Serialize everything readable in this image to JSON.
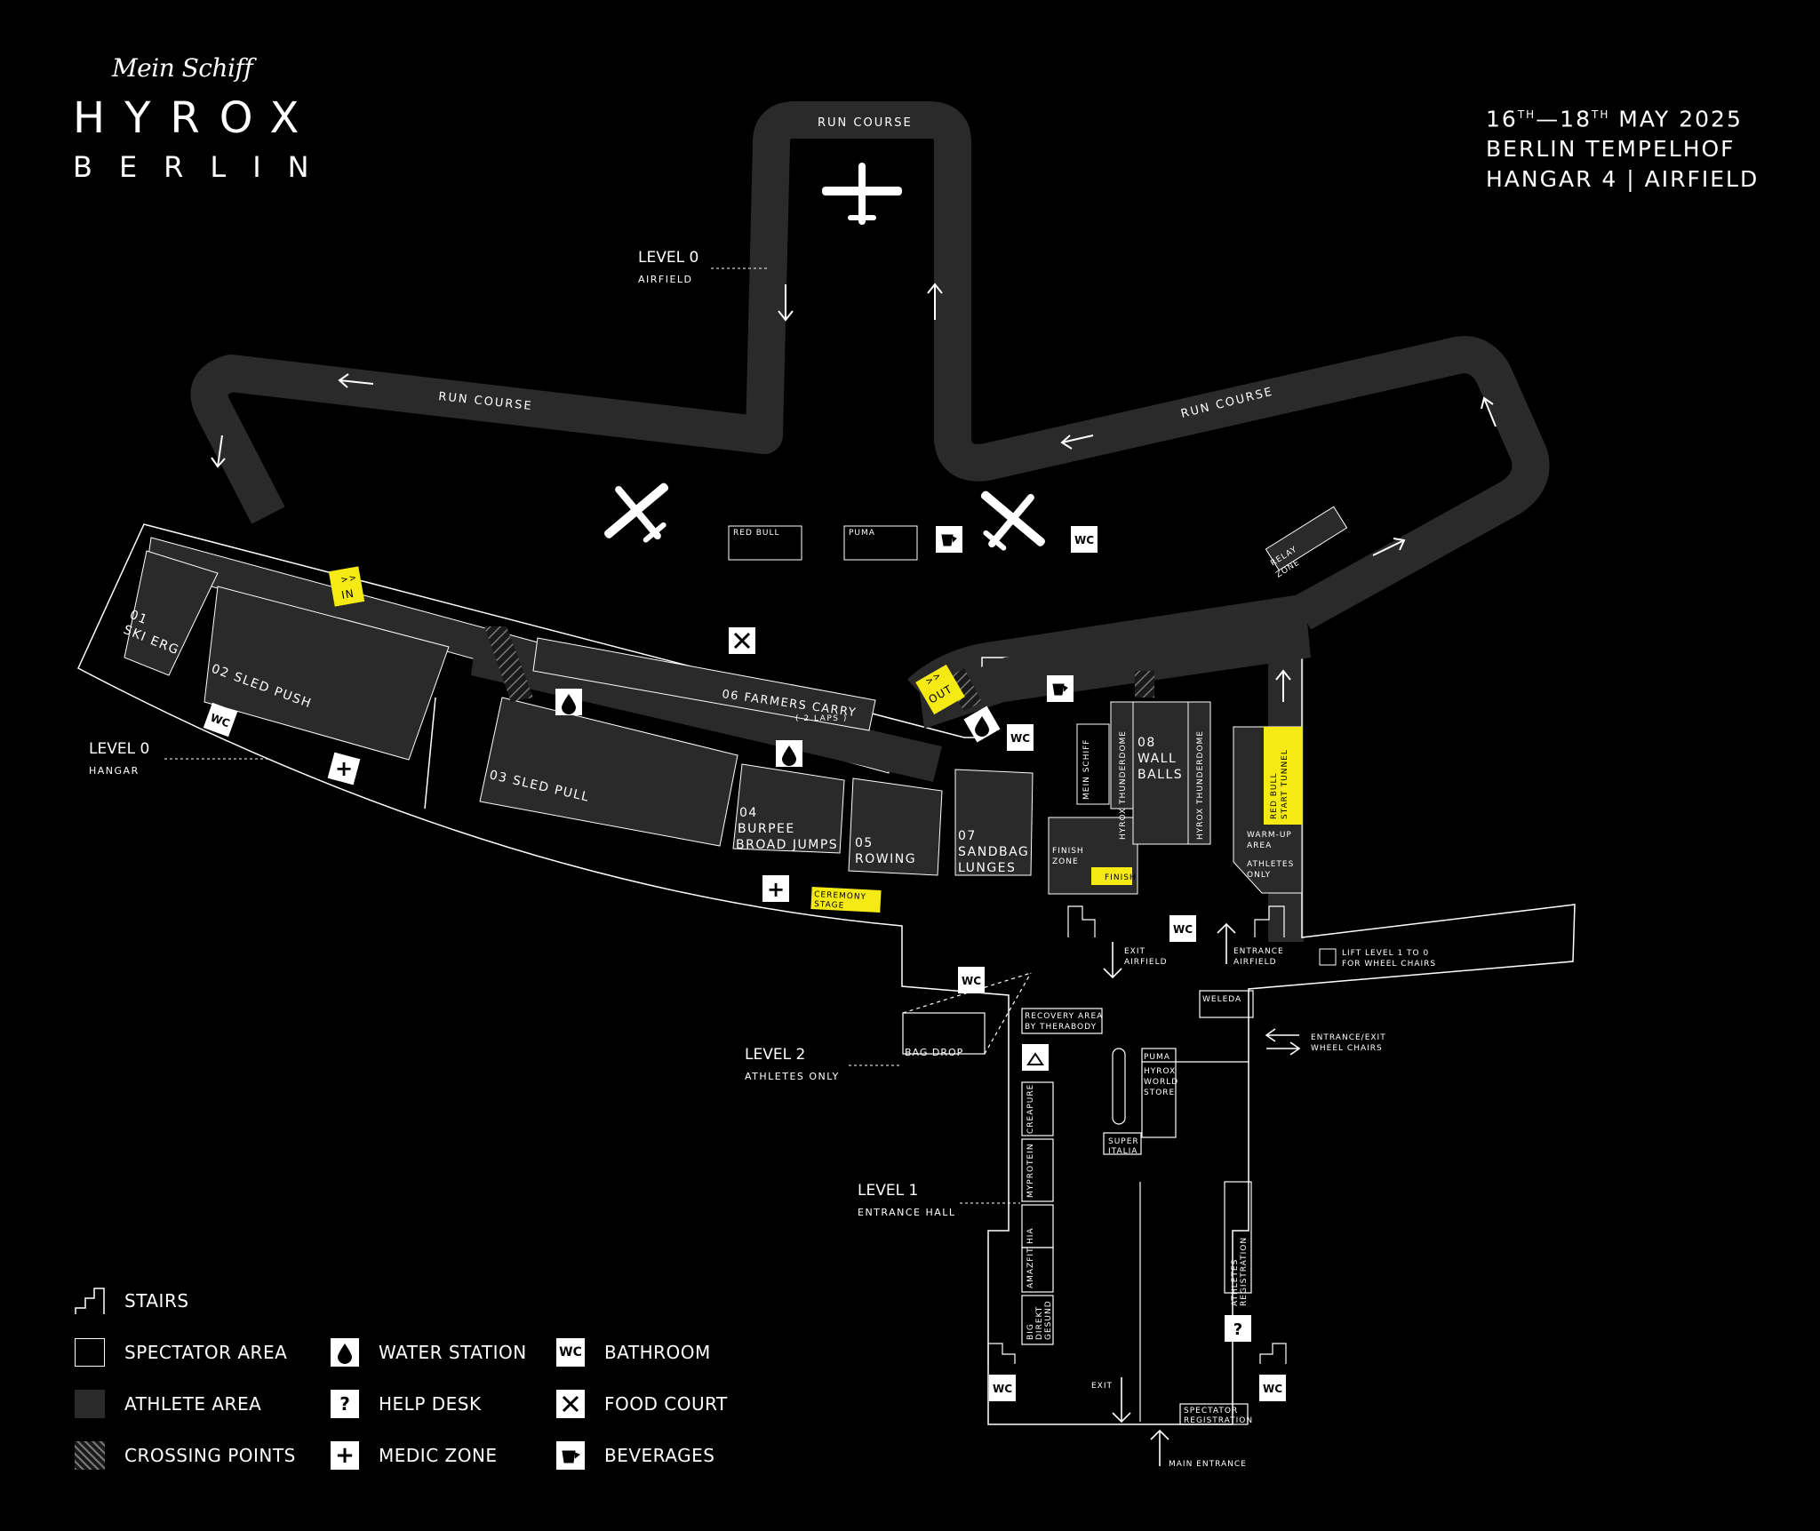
{
  "header": {
    "brand_script": "Mein Schiff",
    "event_name": "HYROX",
    "city": "BERLIN",
    "dates_day_from": "16",
    "dates_sup_from": "TH",
    "dates_dash": "—",
    "dates_day_to": "18",
    "dates_sup_to": "TH",
    "dates_rest": " MAY 2025",
    "venue": "BERLIN TEMPELHOF",
    "location": "HANGAR 4 | AIRFIELD"
  },
  "levels": {
    "airfield_title": "LEVEL 0",
    "airfield_sub": "AIRFIELD",
    "hangar_title": "LEVEL 0",
    "hangar_sub": "HANGAR",
    "athletes_title": "LEVEL 2",
    "athletes_sub": "ATHLETES ONLY",
    "entrance_title": "LEVEL 1",
    "entrance_sub": "ENTRANCE HALL"
  },
  "run_course": {
    "top": "RUN COURSE",
    "left": "RUN COURSE",
    "right": "RUN COURSE"
  },
  "stations": {
    "s01_num": "01",
    "s01_name": "SKI ERG",
    "s02": "02 SLED PUSH",
    "s03": "03 SLED PULL",
    "s04_num": "04",
    "s04_l1": "BURPEE",
    "s04_l2": "BROAD JUMPS",
    "s05_num": "05",
    "s05_name": "ROWING",
    "s06": "06 FARMERS CARRY",
    "s06_note": "( 2 LAPS )",
    "s07_num": "07",
    "s07_l1": "SANDBAG",
    "s07_l2": "LUNGES",
    "s08_num": "08",
    "s08_l1": "WALL",
    "s08_l2": "BALLS"
  },
  "zones": {
    "in_arrows": ">>",
    "in": "IN",
    "out_arrows": ">>",
    "out": "OUT",
    "red_bull": "RED BULL",
    "puma": "PUMA",
    "relay_l1": "RELAY",
    "relay_l2": "ZONE",
    "mein_schiff": "MEIN SCHIFF",
    "thunderdome_left": "HYROX THUNDERDOME",
    "thunderdome_right": "HYROX THUNDERDOME",
    "finish_zone_l1": "FINISH",
    "finish_zone_l2": "ZONE",
    "finish": "FINISH",
    "tunnel_l1": "RED BULL",
    "tunnel_l2": "START TUNNEL",
    "warmup_l1": "WARM-UP",
    "warmup_l2": "AREA",
    "athletes_only_l1": "ATHLETES",
    "athletes_only_l2": "ONLY",
    "ceremony_l1": "CEREMONY",
    "ceremony_l2": "STAGE",
    "exit_airfield_l1": "EXIT",
    "exit_airfield_l2": "AIRFIELD",
    "entrance_airfield_l1": "ENTRANCE",
    "entrance_airfield_l2": "AIRFIELD",
    "lift_l1": "LIFT LEVEL 1 TO 0",
    "lift_l2": "FOR WHEEL CHAIRS",
    "weleda": "WELEDA",
    "entrance_exit_l1": "ENTRANCE/EXIT",
    "entrance_exit_l2": "WHEEL CHAIRS",
    "recovery_l1": "RECOVERY AREA",
    "recovery_l2": "BY THERABODY",
    "bag_drop": "BAG DROP",
    "puma_store_brand": "PUMA",
    "puma_store_l1": "HYROX",
    "puma_store_l2": "WORLD",
    "puma_store_l3": "STORE",
    "super_l1": "SUPER",
    "super_l2": "ITALIA",
    "creapure": "CREAPURE",
    "myprotein": "MYPROTEIN",
    "hia": "HIA",
    "amazfit": "AMAZFIT",
    "big_l1": "BIG",
    "big_l2": "DIREKT",
    "big_l3": "GESUND",
    "registration_l1": "ATHLETES",
    "registration_l2": "REGISTRATION",
    "exit": "EXIT",
    "spectator_reg_l1": "SPECTATOR",
    "spectator_reg_l2": "REGISTRATION",
    "main_entrance": "MAIN ENTRANCE"
  },
  "icon_glyphs": {
    "wc": "WC",
    "help": "?",
    "medic": "+"
  },
  "legend": [
    {
      "id": "stairs",
      "icon": "stairs-icon",
      "label": "STAIRS"
    },
    {
      "id": "spectator",
      "icon": "spectator-area-swatch",
      "label": "SPECTATOR AREA"
    },
    {
      "id": "athlete",
      "icon": "athlete-area-swatch",
      "label": "ATHLETE AREA"
    },
    {
      "id": "crossing",
      "icon": "crossing-points-swatch",
      "label": "CROSSING POINTS"
    },
    {
      "id": "water",
      "icon": "water-drop-icon",
      "label": "WATER STATION"
    },
    {
      "id": "help",
      "icon": "help-desk-icon",
      "label": "HELP DESK"
    },
    {
      "id": "medic",
      "icon": "medic-cross-icon",
      "label": "MEDIC ZONE"
    },
    {
      "id": "bathroom",
      "icon": "wc-icon",
      "label": "BATHROOM"
    },
    {
      "id": "food",
      "icon": "food-court-icon",
      "label": "FOOD COURT"
    },
    {
      "id": "beverages",
      "icon": "coffee-cup-icon",
      "label": "BEVERAGES"
    }
  ],
  "colors": {
    "background": "#000000",
    "athlete_area": "#2a2a2a",
    "highlight": "#f5ea14",
    "line": "#ffffff"
  }
}
